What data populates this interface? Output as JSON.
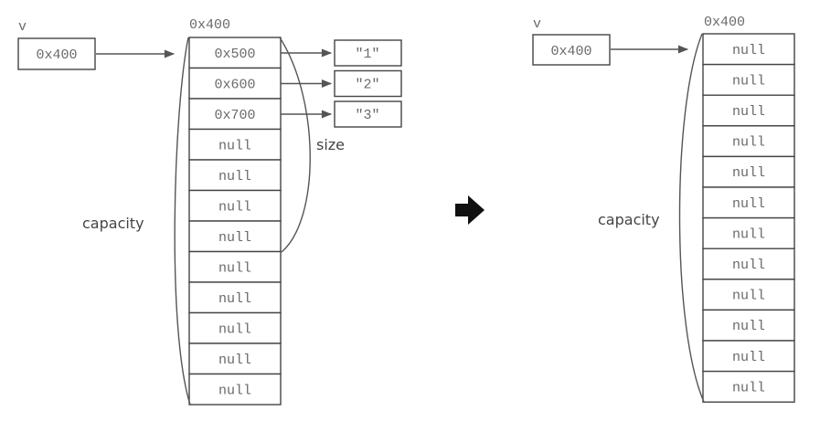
{
  "before": {
    "var_label": "v",
    "var_value": "0x400",
    "array_address": "0x400",
    "cells": [
      "0x500",
      "0x600",
      "0x700",
      "null",
      "null",
      "null",
      "null",
      "null",
      "null",
      "null",
      "null",
      "null"
    ],
    "targets": [
      "\"1\"",
      "\"2\"",
      "\"3\""
    ],
    "size_label": "size",
    "capacity_label": "capacity"
  },
  "after": {
    "var_label": "v",
    "var_value": "0x400",
    "array_address": "0x400",
    "cells": [
      "null",
      "null",
      "null",
      "null",
      "null",
      "null",
      "null",
      "null",
      "null",
      "null",
      "null",
      "null"
    ],
    "capacity_label": "capacity"
  },
  "transition_arrow": "right-arrow-icon"
}
